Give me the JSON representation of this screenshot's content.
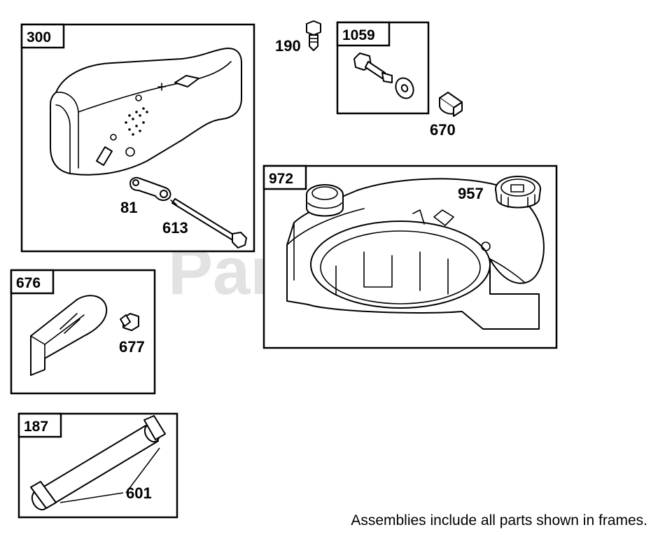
{
  "watermark": "PartsTree",
  "note": "Assemblies include all parts shown in frames.",
  "frames": {
    "muffler": {
      "tag": "300",
      "parts": {
        "gasket": "81",
        "bolt": "613"
      }
    },
    "bolt_kit": {
      "tag": "1059"
    },
    "shield": {
      "tag": "676",
      "parts": {
        "screw": "677"
      }
    },
    "tank": {
      "tag": "972"
    },
    "fuel_line": {
      "tag": "187",
      "parts": {
        "clamp": "601"
      }
    }
  },
  "loose_parts": {
    "screw": "190",
    "spacer": "670",
    "cap": "957"
  }
}
